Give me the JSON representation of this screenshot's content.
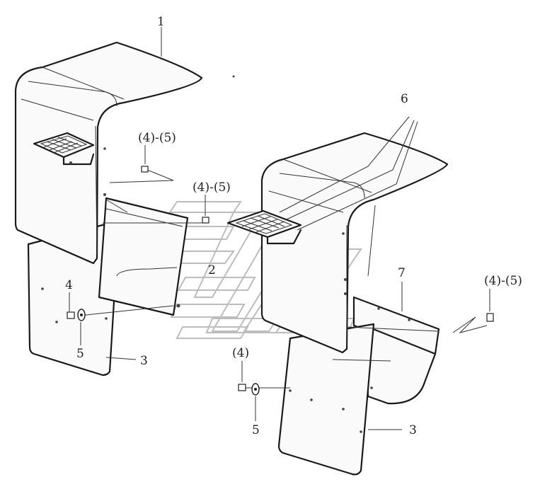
{
  "labels": {
    "part_1": "1",
    "part_2": "2",
    "part_3_left": "3",
    "part_3_right": "3",
    "part_4": "4",
    "part_4_paren": "(4)",
    "part_5_left": "5",
    "part_5_right": "5",
    "part_6": "6",
    "part_7": "7",
    "callout_45_a": "(4)-(5)",
    "callout_45_b": "(4)-(5)",
    "callout_45_c": "(4)-(5)"
  }
}
